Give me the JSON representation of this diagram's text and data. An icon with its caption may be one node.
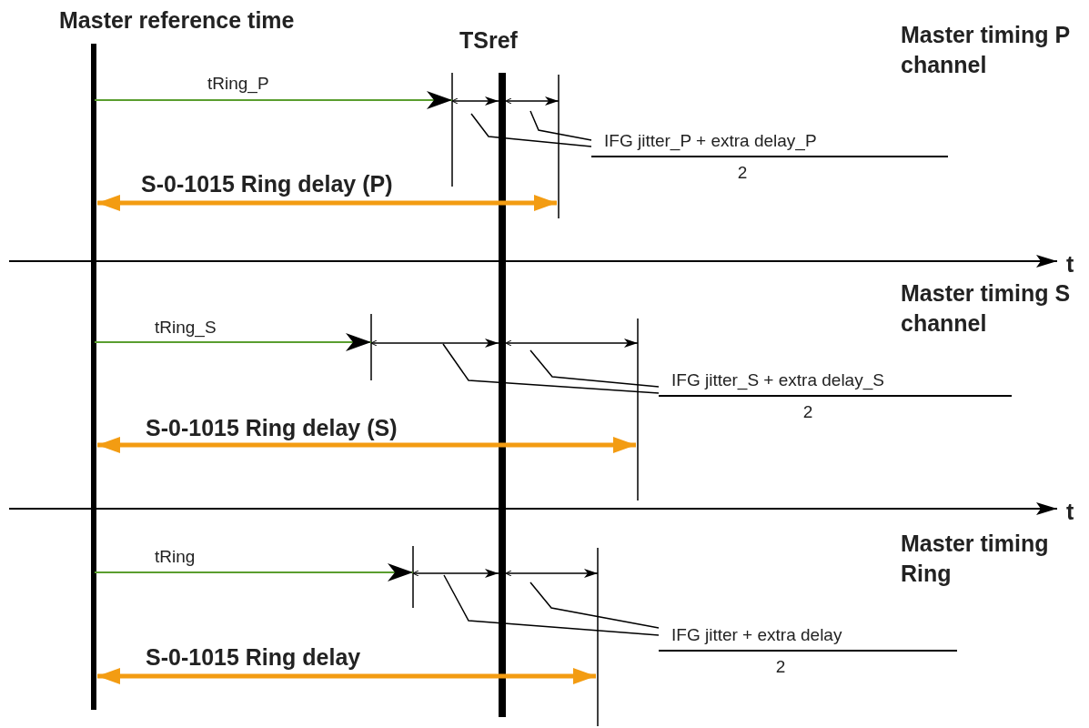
{
  "diagram": {
    "nodes": [
      {
        "text": [
          "IFG jitter_P + extra delay_P",
          "2"
        ]
      },
      {
        "text": [
          "IFG jitter_S + extra delay_S",
          "2"
        ]
      },
      {
        "text": [
          "IFG jitter + extra delay",
          "2"
        ]
      }
    ],
    "edges": [
      {
        "from": 0,
        "to": null,
        "arrow": "none"
      },
      {
        "from": 0,
        "to": null,
        "arrow": "none"
      },
      {
        "from": 1,
        "to": null,
        "arrow": "none"
      },
      {
        "from": 1,
        "to": null,
        "arrow": "none"
      },
      {
        "from": 2,
        "to": null,
        "arrow": "none"
      },
      {
        "from": 2,
        "to": null,
        "arrow": "none"
      }
    ],
    "labels": [
      "Master reference time",
      "TSref",
      "Master timing P channel",
      "tRing_P",
      "S-0-1015 Ring delay (P)",
      "t",
      "Master timing S channel",
      "tRing_S",
      "S-0-1015 Ring delay (S)",
      "t",
      "Master timing Ring",
      "tRing",
      "S-0-1015 Ring delay"
    ]
  }
}
